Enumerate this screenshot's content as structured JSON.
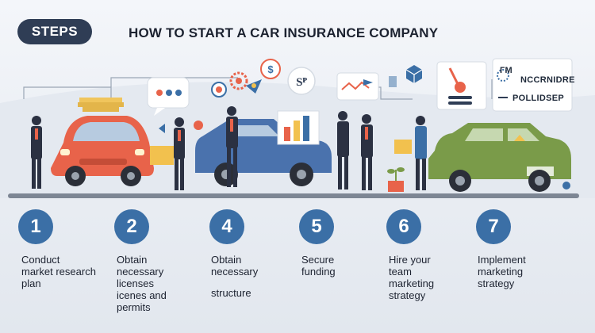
{
  "badge": "STEPS",
  "title": "HOW TO START A CAR INSURANCE COMPANY",
  "cards": {
    "line1": "ГМ",
    "line2": "NCCRNIDRE",
    "line3": "POLLIDSEP",
    "dollar": "$",
    "sp": "Sᴾ"
  },
  "steps": [
    {
      "num": "1",
      "lines": [
        "Conduct",
        "market research",
        "plan"
      ]
    },
    {
      "num": "2",
      "lines": [
        "Obtain",
        "necessary",
        "licenses",
        "icenes and",
        "permits"
      ]
    },
    {
      "num": "4",
      "lines": [
        "Obtain",
        "necessary",
        "",
        "structure"
      ]
    },
    {
      "num": "5",
      "lines": [
        "Secure",
        "funding"
      ]
    },
    {
      "num": "6",
      "lines": [
        "Hire your",
        "team",
        "marketing",
        "strategy"
      ]
    },
    {
      "num": "7",
      "lines": [
        "Implement",
        "marketing",
        "strategy"
      ]
    }
  ],
  "colors": {
    "accent": "#3b6fa6",
    "badge": "#2f3d55",
    "red_car": "#e8634a",
    "blue_car": "#4a72ad",
    "green_car": "#7a9b49"
  }
}
